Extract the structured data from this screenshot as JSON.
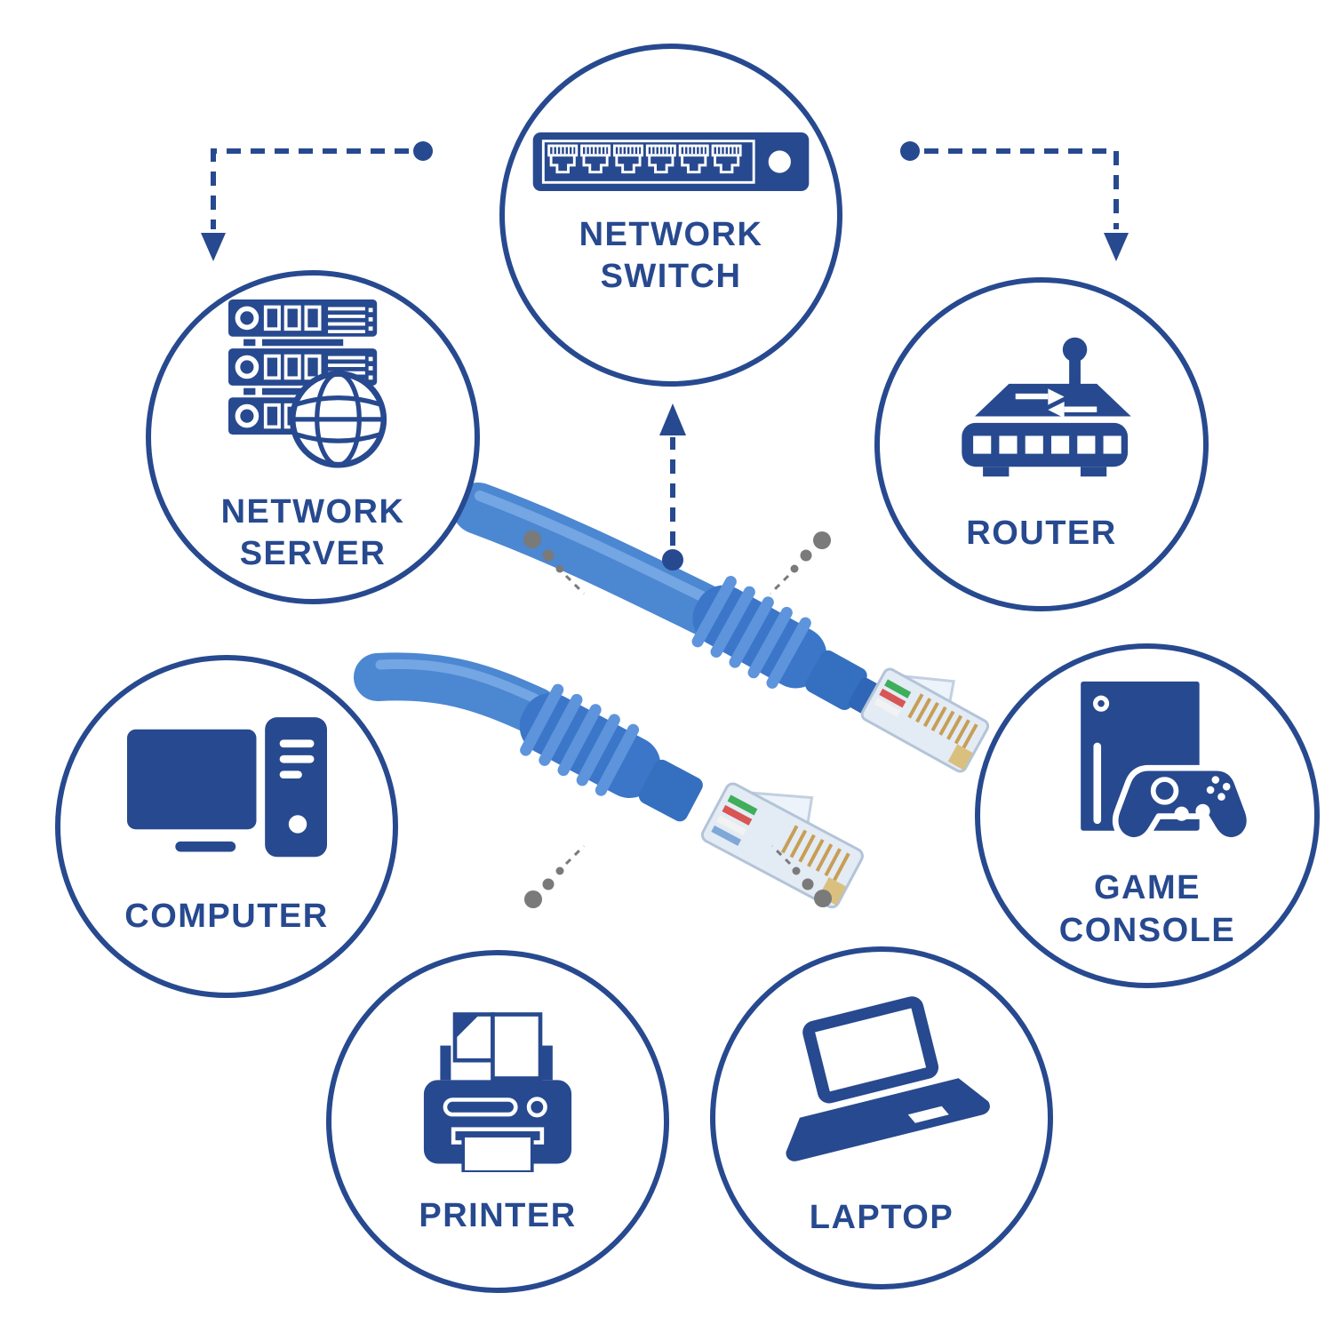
{
  "diagram": {
    "colors": {
      "accent": "#27498F",
      "connector_gray": "#7A7A7A",
      "cable_jacket_blue": "#4C87D2",
      "cable_boot_blue": "#3B76C9",
      "connector_clear": "#E3EBF4",
      "pin_gold": "#C79E55"
    },
    "center_cable": {
      "description": "Blue RJ45 ethernet patch cable with two molded connectors"
    },
    "nodes": [
      {
        "id": "network-switch",
        "line1": "NETWORK",
        "line2": "SWITCH"
      },
      {
        "id": "network-server",
        "line1": "NETWORK",
        "line2": "SERVER"
      },
      {
        "id": "router",
        "line1": "ROUTER",
        "line2": ""
      },
      {
        "id": "computer",
        "line1": "COMPUTER",
        "line2": ""
      },
      {
        "id": "game-console",
        "line1": "GAME",
        "line2": "CONSOLE"
      },
      {
        "id": "printer",
        "line1": "PRINTER",
        "line2": ""
      },
      {
        "id": "laptop",
        "line1": "LAPTOP",
        "line2": ""
      }
    ]
  }
}
